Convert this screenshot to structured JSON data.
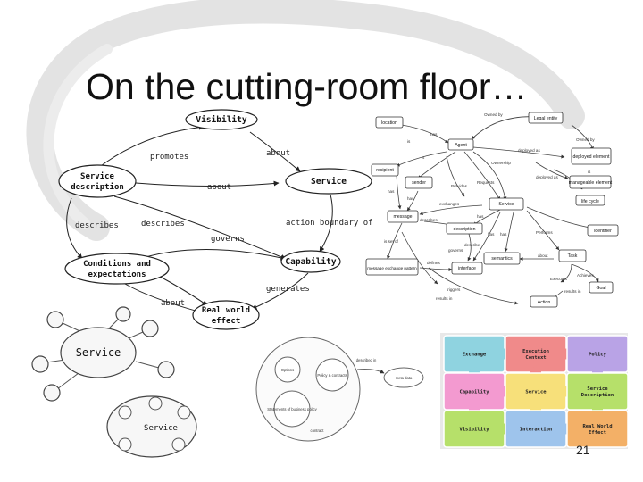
{
  "slide": {
    "title": "On the cutting-room floor…",
    "page_number": "21"
  },
  "concept_map": {
    "nodes": {
      "visibility": "Visibility",
      "service_description": "Service description",
      "service": "Service",
      "conditions": "Conditions and expectations",
      "capability": "Capability",
      "real_world_effect": "Real world effect"
    },
    "labels": {
      "promotes": "promotes",
      "about_top": "about",
      "about_mid": "about",
      "describes_left": "describes",
      "describes_mid": "describes",
      "governs": "governs",
      "action_boundary": "action boundary of",
      "generates": "generates",
      "about_bottom": "about"
    }
  },
  "ontology_diagram": {
    "nodes": {
      "location": "location",
      "agent": "Agent",
      "legal_entity": "Legal entity",
      "recipient": "recipient",
      "sender": "sender",
      "deployed_element": "deployed element",
      "manageable_element": "manageable element",
      "service": "Service",
      "life_cycle": "life cycle",
      "message": "message",
      "description": "description",
      "identifier": "identifier",
      "semantics": "semantics",
      "task": "Task",
      "message_exchange_pattern": "message exchange pattern",
      "interface": "interface",
      "goal": "Goal",
      "action": "Action"
    },
    "labels": {
      "has_1": "has",
      "is_1": "is",
      "owned_by_1": "Owned by",
      "owned_by_2": "Owned by",
      "is_2": "is",
      "ownership": "Ownership",
      "deployed_as": "deployed as",
      "is_3": "is",
      "deployed_as_2": "deployed as",
      "provides": "Provides",
      "requests": "Requests",
      "has_2": "has",
      "has_3": "has",
      "exchanges": "exchanges",
      "has_4": "has",
      "describes": "describes",
      "has_5": "has",
      "has_6": "has",
      "performs": "Performs",
      "is_set_of": "is set of",
      "describe": "describe",
      "governs": "governs",
      "about": "about",
      "defines": "defines",
      "triggers": "triggers",
      "results_in": "results in",
      "executes": "Executes",
      "achieves": "Achieves",
      "results_in_2": "results in"
    }
  },
  "bubble_diagram": {
    "service_large": "Service",
    "service_small": "Service"
  },
  "circle_diagram": {
    "options": "Options",
    "policy": "Policy & contracts",
    "statements": "Statements of business policy",
    "described_in": "described in",
    "meta_data": "meta data",
    "contract": "contract"
  },
  "puzzle": {
    "pieces": [
      {
        "label": "Exchange",
        "color": "#8fd3e0"
      },
      {
        "label": "Execution Context",
        "color": "#f08a8a"
      },
      {
        "label": "Policy",
        "color": "#b9a3e6"
      },
      {
        "label": "Capability",
        "color": "#f39ad0"
      },
      {
        "label": "Service",
        "color": "#f7e07a"
      },
      {
        "label": "Service Description",
        "color": "#b6e06a"
      },
      {
        "label": "Visibility",
        "color": "#b6e06a"
      },
      {
        "label": "Interaction",
        "color": "#9ec4ec"
      },
      {
        "label": "Real World Effect",
        "color": "#f3b067"
      }
    ]
  }
}
